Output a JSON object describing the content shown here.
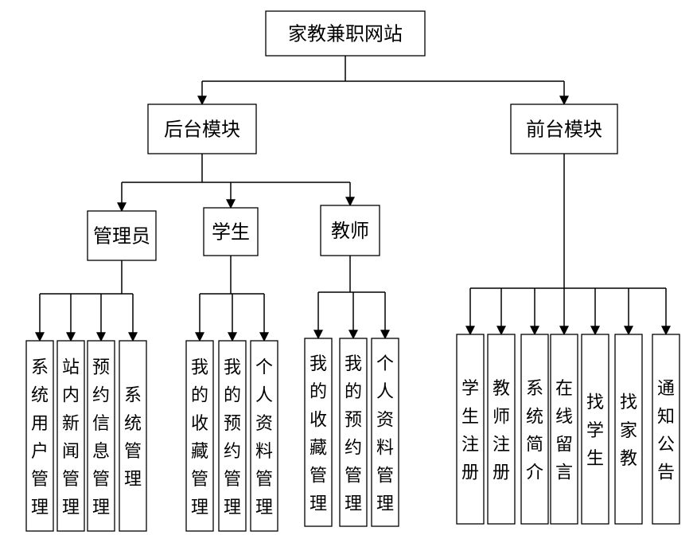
{
  "diagram": {
    "root": "家教兼职网站",
    "backend": {
      "label": "后台模块",
      "roles": [
        {
          "label": "管理员",
          "items": [
            "系统用户管理",
            "站内新闻管理",
            "预约信息管理",
            "系统管理"
          ]
        },
        {
          "label": "学生",
          "items": [
            "我的收藏管理",
            "我的预约管理",
            "个人资料管理"
          ]
        },
        {
          "label": "教师",
          "items": [
            "我的收藏管理",
            "我的预约管理",
            "个人资料管理"
          ]
        }
      ]
    },
    "frontend": {
      "label": "前台模块",
      "items": [
        "学生注册",
        "教师注册",
        "系统简介",
        "在线留言",
        "找学生",
        "找家教",
        "通知公告"
      ]
    }
  }
}
